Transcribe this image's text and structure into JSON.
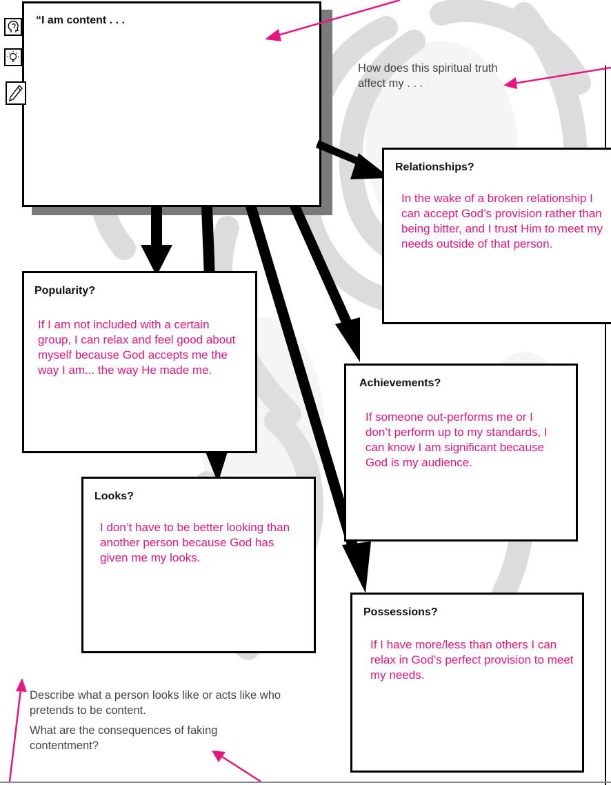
{
  "colors": {
    "accent": "#e8157f",
    "body_text": "#444444",
    "border": "#000000",
    "watermark": "#d9d9d9"
  },
  "main_box": {
    "title": "“I am content . . ."
  },
  "icons": [
    "head-profile-icon",
    "lightbulb-icon",
    "pencil-icon"
  ],
  "prompts": {
    "spiritual_truth": "How does this spiritual truth affect my . . .",
    "describe_pretender": "Describe what a person looks like or acts like who pretends to be content.",
    "consequences": "What are the consequences of faking contentment?"
  },
  "boxes": {
    "relationships": {
      "title": "Relationships?",
      "body": "In the wake of a broken relationship I can accept God’s provision rather than being bitter, and I trust Him to meet my needs outside of that person."
    },
    "popularity": {
      "title": "Popularity?",
      "body": "If I am not included with a certain group, I can relax and feel good about myself because God accepts me the way I am... the way He made me."
    },
    "achievements": {
      "title": "Achievements?",
      "body": "If someone out-performs me or I don’t perform up to my standards, I can know I am significant because God is my audience."
    },
    "looks": {
      "title": "Looks?",
      "body": "I don’t have to be better looking than another person because God has given me my looks."
    },
    "possessions": {
      "title": "Possessions?",
      "body": "If I have more/less than others I can relax in God’s perfect provision to meet my needs."
    }
  }
}
